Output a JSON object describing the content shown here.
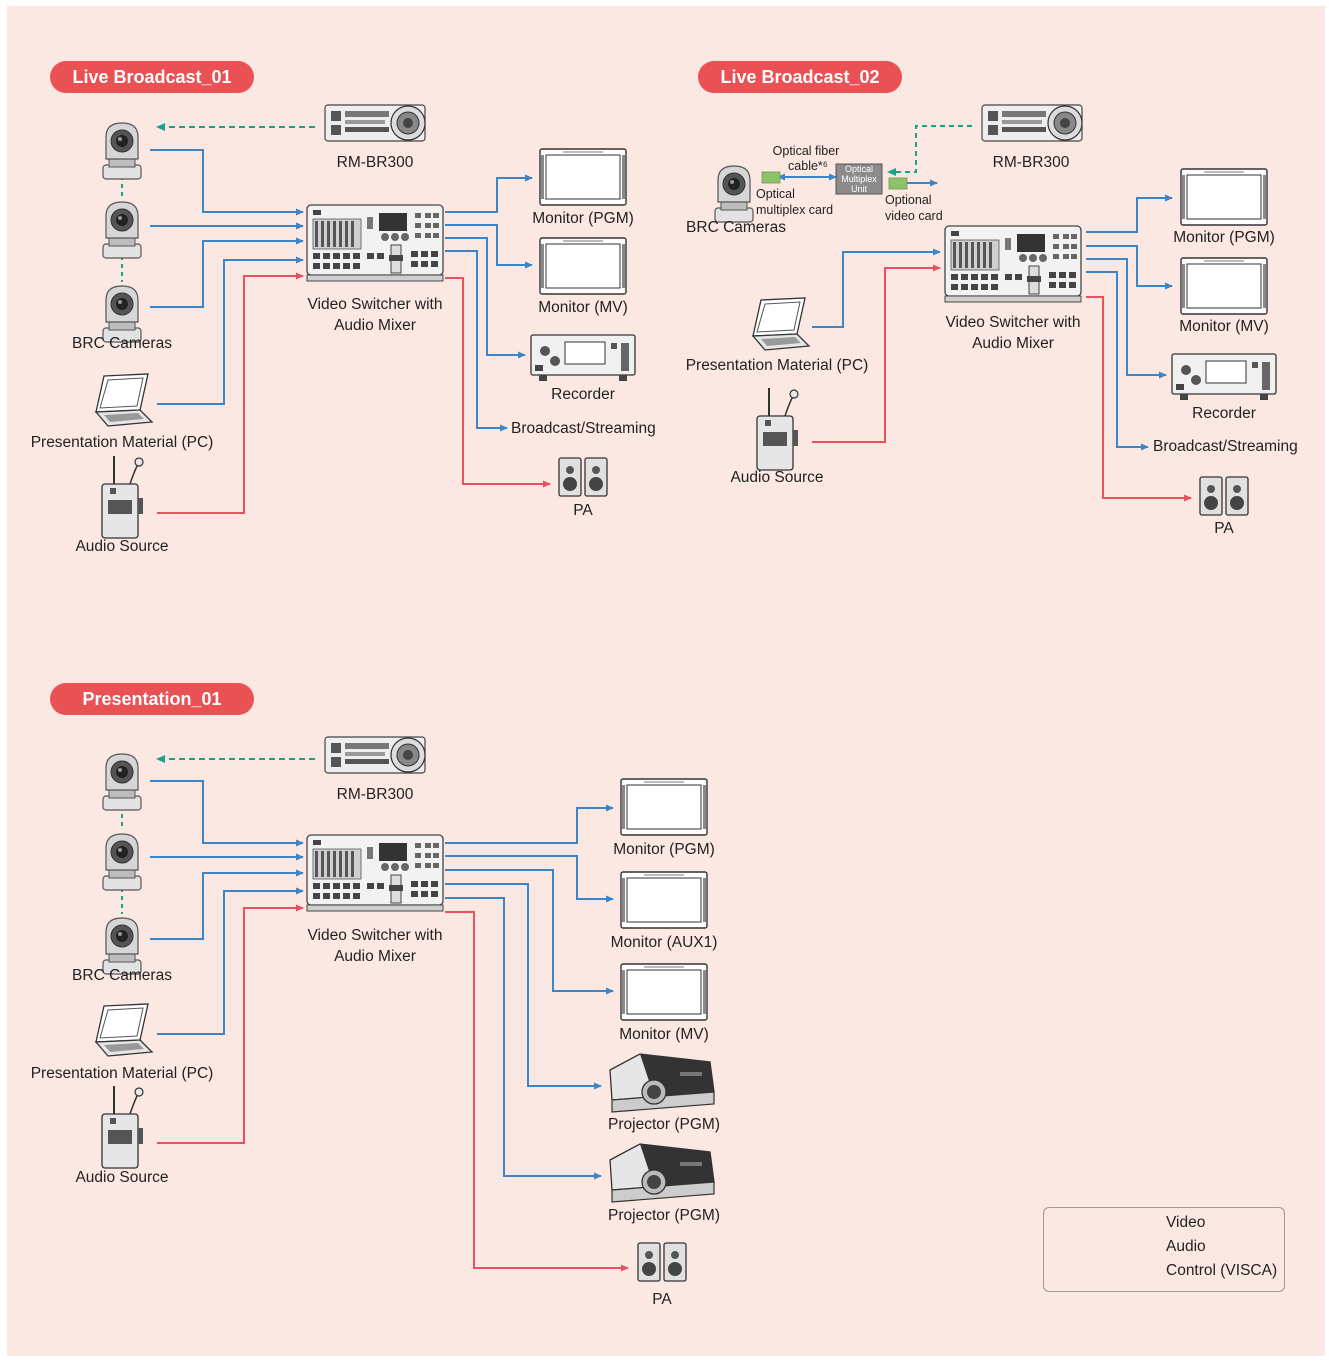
{
  "colors": {
    "background": "#fce8e2",
    "pill": "#ea5154",
    "video": "#3a86c8",
    "audio": "#ea5160",
    "control": "#1aa38a"
  },
  "sections": {
    "lb01": {
      "title": "Live Broadcast_01",
      "controller": "RM-BR300",
      "cameras": "BRC Cameras",
      "pc": "Presentation Material (PC)",
      "audio": "Audio Source",
      "switcher": [
        "Video Switcher with",
        "Audio Mixer"
      ],
      "mon_pgm": "Monitor (PGM)",
      "mon_mv": "Monitor (MV)",
      "recorder": "Recorder",
      "stream": "Broadcast/Streaming",
      "pa": "PA"
    },
    "lb02": {
      "title": "Live Broadcast_02",
      "controller": "RM-BR300",
      "cameras": "BRC Cameras",
      "fiber": [
        "Optical fiber",
        "cable*⁶"
      ],
      "mux_card": [
        "Optical",
        "multiplex card"
      ],
      "mux_unit": [
        "Optical",
        "Multiplex",
        "Unit"
      ],
      "video_card": [
        "Optional",
        "video card"
      ],
      "pc": "Presentation Material (PC)",
      "audio": "Audio Source",
      "switcher": [
        "Video Switcher with",
        "Audio Mixer"
      ],
      "mon_pgm": "Monitor (PGM)",
      "mon_mv": "Monitor (MV)",
      "recorder": "Recorder",
      "stream": "Broadcast/Streaming",
      "pa": "PA"
    },
    "pres01": {
      "title": "Presentation_01",
      "controller": "RM-BR300",
      "cameras": "BRC Cameras",
      "pc": "Presentation Material (PC)",
      "audio": "Audio Source",
      "switcher": [
        "Video Switcher with",
        "Audio Mixer"
      ],
      "mon_pgm": "Monitor (PGM)",
      "mon_aux": "Monitor (AUX1)",
      "mon_mv": "Monitor (MV)",
      "proj1": "Projector (PGM)",
      "proj2": "Projector (PGM)",
      "pa": "PA"
    }
  },
  "legend": {
    "video": "Video",
    "audio": "Audio",
    "control": "Control (VISCA)"
  }
}
